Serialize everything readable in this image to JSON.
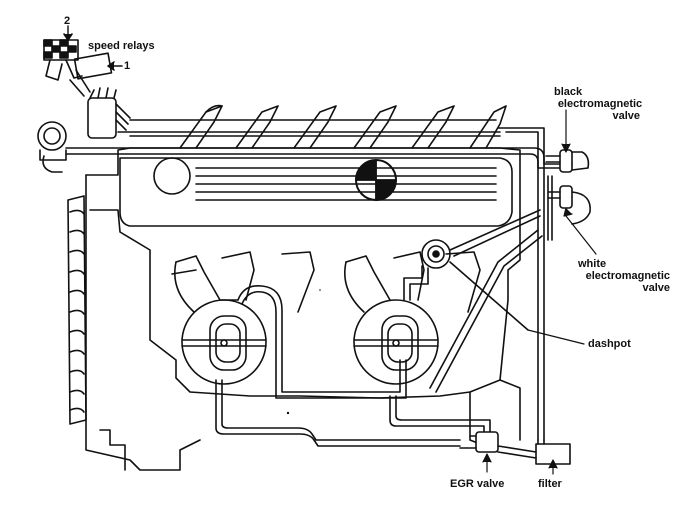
{
  "labels": {
    "relay_num_2": "2",
    "relay_num_1": "1",
    "speed_relays": "speed relays",
    "black_valve_line1": "black",
    "black_valve_line2": "electromagnetic",
    "black_valve_line3": "valve",
    "white_valve_line1": "white",
    "white_valve_line2": "electromagnetic",
    "white_valve_line3": "valve",
    "dashpot": "dashpot",
    "egr_valve": "EGR valve",
    "filter": "filter"
  },
  "colors": {
    "ink": "#111111",
    "paper": "#ffffff"
  }
}
